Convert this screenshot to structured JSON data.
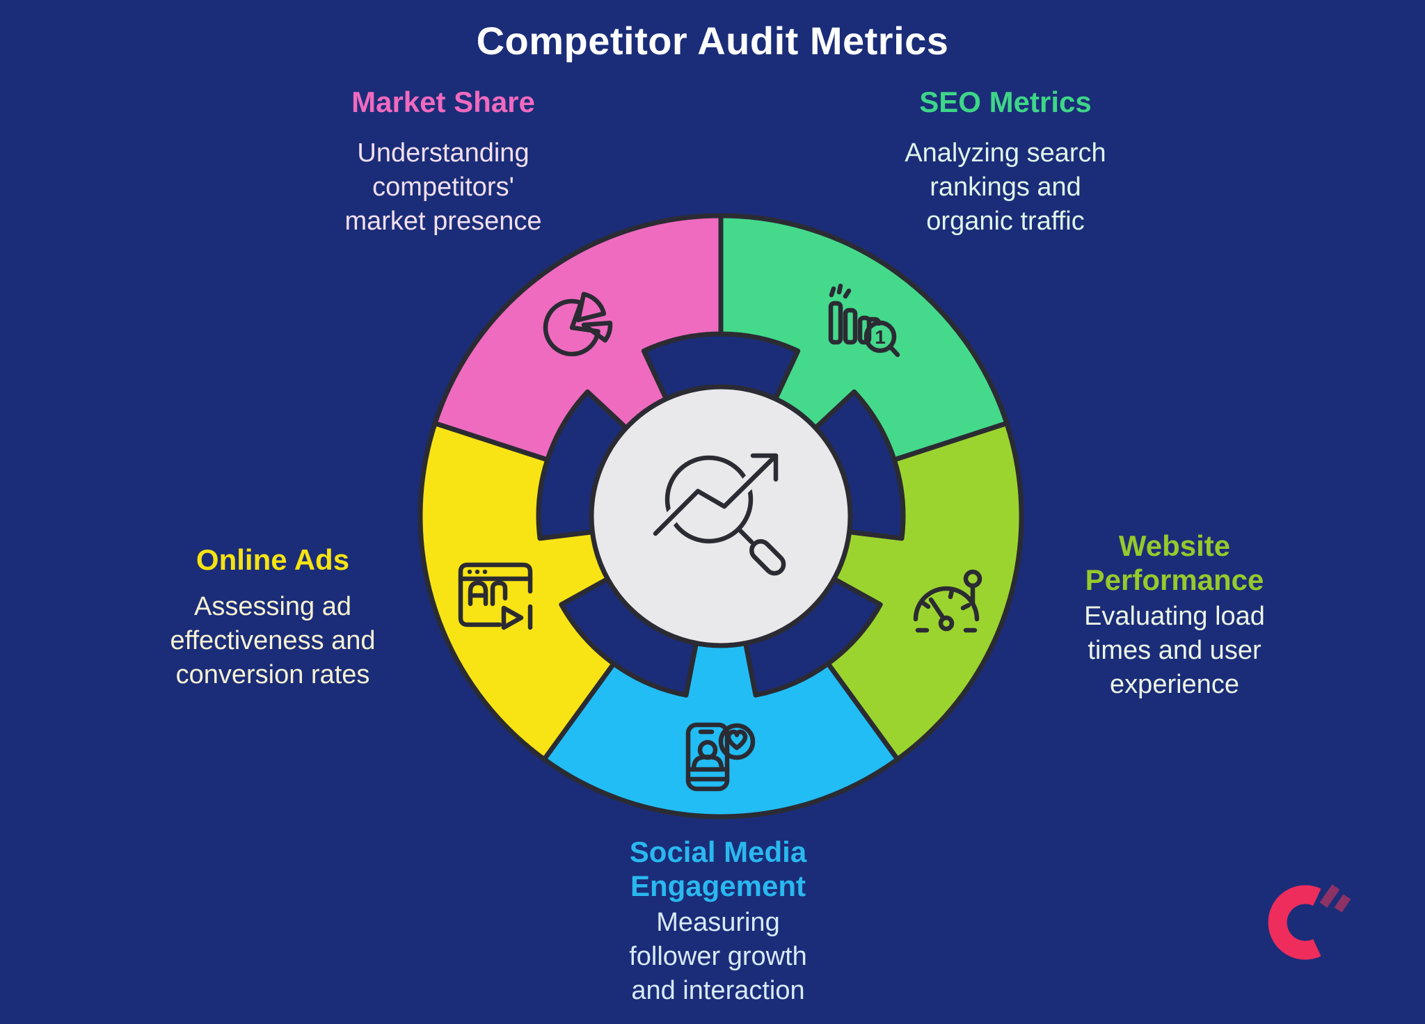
{
  "title": {
    "text": "Competitor Audit Metrics",
    "color": "#ffffff"
  },
  "background_color": "#1b2d78",
  "wheel": {
    "center_icon": "magnifier-trend-icon",
    "center_fill": "#e9e8ea",
    "outline_color": "#2b2b33",
    "segments": [
      {
        "id": "market-share",
        "label": "Market Share",
        "label_lines": [
          "Market Share"
        ],
        "description": "Understanding competitors' market presence",
        "desc_lines": [
          "Understanding",
          "competitors'",
          "market presence"
        ],
        "color": "#ef6bc0",
        "label_color": "#f06ac0",
        "desc_color": "#f2dff0",
        "icon": "pie-chart-icon",
        "start_angle": 90,
        "end_angle": 162
      },
      {
        "id": "seo-metrics",
        "label": "SEO Metrics",
        "label_lines": [
          "SEO Metrics"
        ],
        "description": "Analyzing search rankings and organic traffic",
        "desc_lines": [
          "Analyzing search",
          "rankings and",
          "organic traffic"
        ],
        "color": "#45d98c",
        "label_color": "#3ed689",
        "desc_color": "#dff5eb",
        "icon": "ranking-bar-chart-icon",
        "rank_badge": "1",
        "start_angle": 18,
        "end_angle": 90
      },
      {
        "id": "website-performance",
        "label": "Website Performance",
        "label_lines": [
          "Website",
          "Performance"
        ],
        "description": "Evaluating load times and user experience",
        "desc_lines": [
          "Evaluating load",
          "times and user",
          "experience"
        ],
        "color": "#9cd42f",
        "label_color": "#94ca2b",
        "desc_color": "#ecf5e6",
        "icon": "speedometer-icon",
        "start_angle": -54,
        "end_angle": 18
      },
      {
        "id": "social-media-engagement",
        "label": "Social Media Engagement",
        "label_lines": [
          "Social Media",
          "Engagement"
        ],
        "description": "Measuring follower growth and interaction",
        "desc_lines": [
          "Measuring",
          "follower growth",
          "and interaction"
        ],
        "color": "#22bdf4",
        "label_color": "#2ab8ef",
        "desc_color": "#d8ebfb",
        "icon": "phone-heart-icon",
        "start_angle": 234,
        "end_angle": 306
      },
      {
        "id": "online-ads",
        "label": "Online Ads",
        "label_lines": [
          "Online Ads"
        ],
        "description": "Assessing ad effectiveness and conversion rates",
        "desc_lines": [
          "Assessing ad",
          "effectiveness and",
          "conversion rates"
        ],
        "color": "#f8e414",
        "label_color": "#f6e312",
        "desc_color": "#f7f2d3",
        "icon": "ad-window-icon",
        "icon_label": "AD",
        "start_angle": 162,
        "end_angle": 234
      }
    ]
  },
  "logo": {
    "name": "brand-c-logo",
    "primary_color": "#ee2d5d",
    "secondary_color": "#8e3266"
  }
}
